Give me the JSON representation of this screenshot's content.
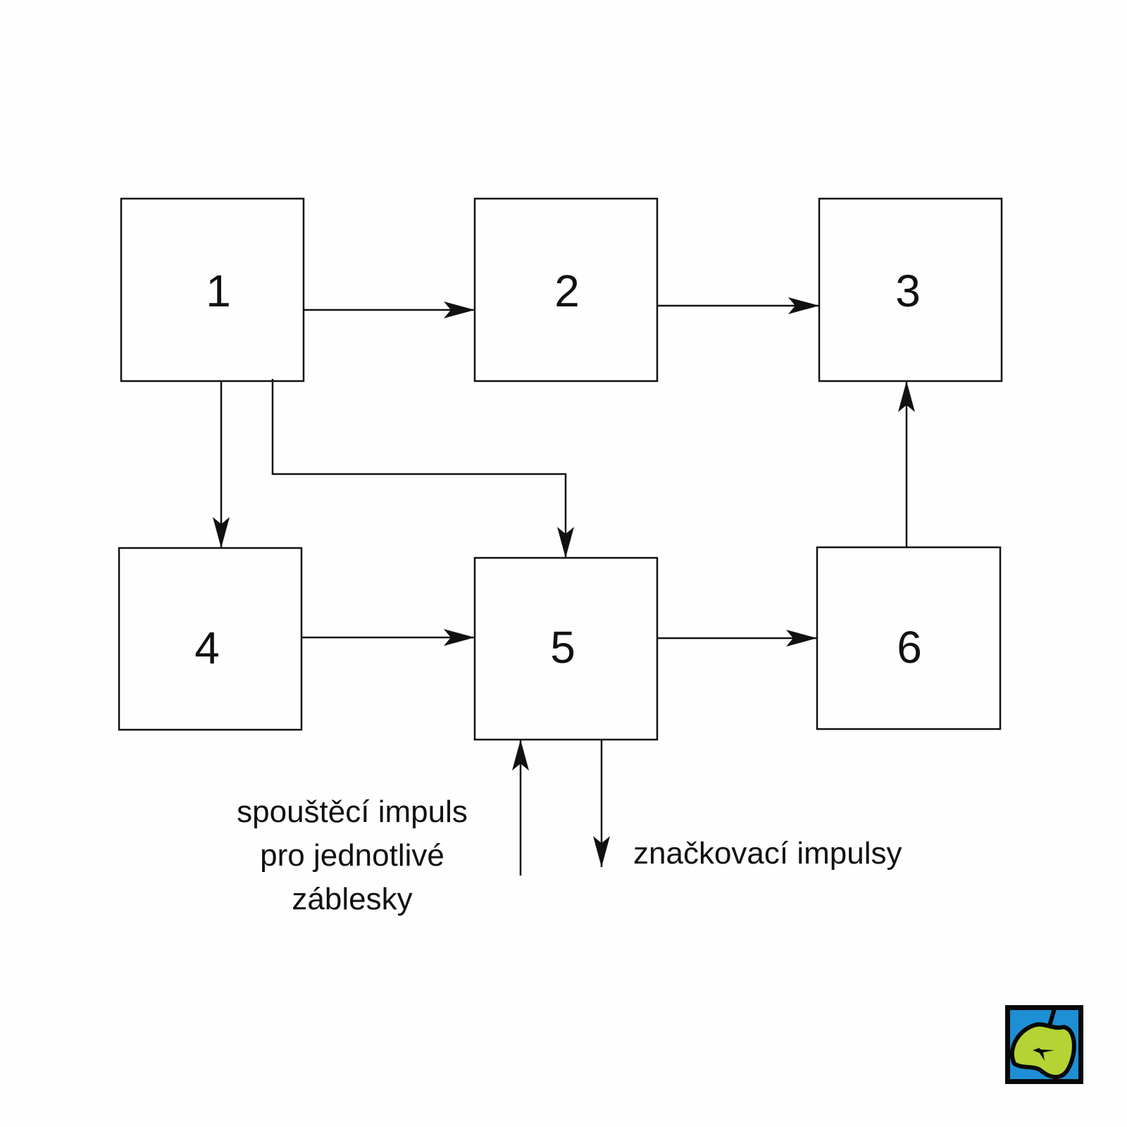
{
  "blocks": [
    {
      "id": "1",
      "label": "1"
    },
    {
      "id": "2",
      "label": "2"
    },
    {
      "id": "3",
      "label": "3"
    },
    {
      "id": "4",
      "label": "4"
    },
    {
      "id": "5",
      "label": "5"
    },
    {
      "id": "6",
      "label": "6"
    }
  ],
  "connections": [
    [
      "1",
      "2"
    ],
    [
      "2",
      "3"
    ],
    [
      "1",
      "4"
    ],
    [
      "1",
      "5"
    ],
    [
      "4",
      "5"
    ],
    [
      "5",
      "6"
    ],
    [
      "6",
      "3"
    ]
  ],
  "labels": {
    "trigger_line1": "spouštěcí impuls",
    "trigger_line2": "pro jednotlivé",
    "trigger_line3": "záblesky",
    "marker": "značkovací impulsy"
  },
  "colors": {
    "stroke": "#111111",
    "logo_blue": "#1e8fd4",
    "logo_green": "#b5d334"
  }
}
